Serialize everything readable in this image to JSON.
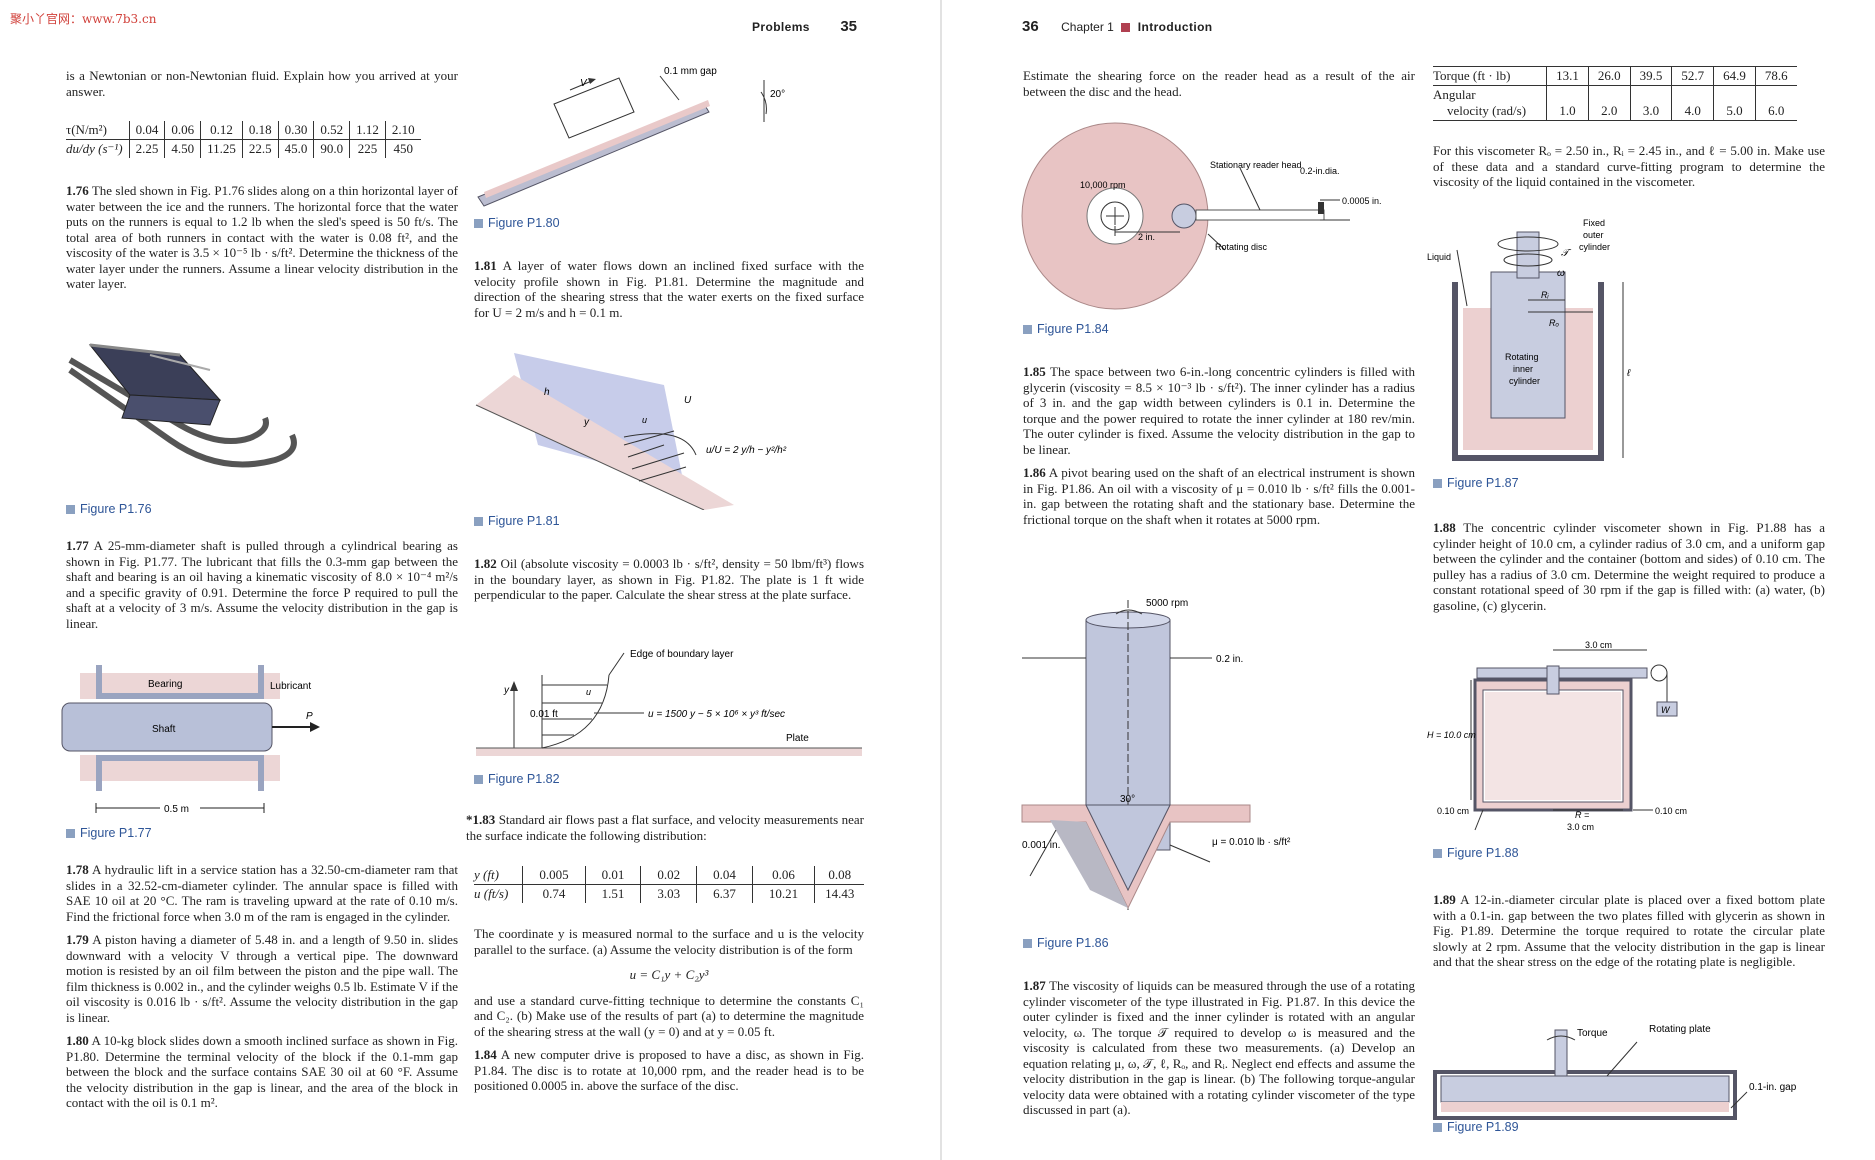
{
  "watermark": "聚小丫官网：www.7b3.cn",
  "left_header": {
    "title": "Problems",
    "page": "35"
  },
  "right_header": {
    "page": "36",
    "chapter": "Chapter 1",
    "title": "Introduction"
  },
  "p_intro": "is a Newtonian or non-Newtonian fluid. Explain how you arrived at your answer.",
  "table1": {
    "row1_label": "τ(N/m²)",
    "row1": [
      "0.04",
      "0.06",
      "0.12",
      "0.18",
      "0.30",
      "0.52",
      "1.12",
      "2.10"
    ],
    "row2_label": "du/dy (s⁻¹)",
    "row2": [
      "2.25",
      "4.50",
      "11.25",
      "22.5",
      "45.0",
      "90.0",
      "225",
      "450"
    ]
  },
  "p176": {
    "num": "1.76",
    "text": "The sled shown in Fig. P1.76 slides along on a thin horizontal layer of water between the ice and the runners. The horizontal force that the water puts on the runners is equal to 1.2 lb when the sled's speed is 50 ft/s. The total area of both runners in contact with the water is 0.08 ft², and the viscosity of the water is 3.5 × 10⁻⁵ lb · s/ft². Determine the thickness of the water layer under the runners. Assume a linear velocity distribution in the water layer."
  },
  "fig176": "Figure P1.76",
  "p177": {
    "num": "1.77",
    "text": "A 25-mm-diameter shaft is pulled through a cylindrical bearing as shown in Fig. P1.77. The lubricant that fills the 0.3-mm gap between the shaft and bearing is an oil having a kinematic viscosity of 8.0 × 10⁻⁴ m²/s and a specific gravity of 0.91. Determine the force P required to pull the shaft at a velocity of 3 m/s. Assume the velocity distribution in the gap is linear."
  },
  "fig177": {
    "caption": "Figure P1.77",
    "bearing": "Bearing",
    "lubricant": "Lubricant",
    "shaft": "Shaft",
    "p": "P",
    "length": "0.5 m"
  },
  "p178": {
    "num": "1.78",
    "text": "A hydraulic lift in a service station has a 32.50-cm-diameter ram that slides in a 32.52-cm-diameter cylinder. The annular space is filled with SAE 10 oil at 20 °C. The ram is traveling upward at the rate of 0.10 m/s. Find the frictional force when 3.0 m of the ram is engaged in the cylinder."
  },
  "p179": {
    "num": "1.79",
    "text": "A piston having a diameter of 5.48 in. and a length of 9.50 in. slides downward with a velocity V through a vertical pipe. The downward motion is resisted by an oil film between the piston and the pipe wall. The film thickness is 0.002 in., and the cylinder weighs 0.5 lb. Estimate V if the oil viscosity is 0.016 lb · s/ft². Assume the velocity distribution in the gap is linear."
  },
  "p180": {
    "num": "1.80",
    "text": "A 10-kg block slides down a smooth inclined surface as shown in Fig. P1.80. Determine the terminal velocity of the block if the 0.1-mm gap between the block and the surface contains SAE 30 oil at 60 °F. Assume the velocity distribution in the gap is linear, and the area of the block in contact with the oil is 0.1 m²."
  },
  "fig180": {
    "caption": "Figure P1.80",
    "gap": "0.1 mm gap",
    "v": "V",
    "angle": "20°"
  },
  "p181": {
    "num": "1.81",
    "text": "A layer of water flows down an inclined fixed surface with the velocity profile shown in Fig. P1.81. Determine the magnitude and direction of the shearing stress that the water exerts on the fixed surface for U = 2 m/s and h = 0.1 m."
  },
  "fig181": {
    "caption": "Figure P1.81",
    "h": "h",
    "y": "y",
    "u": "u",
    "U": "U",
    "eq": "u/U = 2 y/h − y²/h²"
  },
  "p182": {
    "num": "1.82",
    "text": "Oil (absolute viscosity = 0.0003 lb · s/ft², density = 50 lbm/ft³) flows in the boundary layer, as shown in Fig. P1.82. The plate is 1 ft wide perpendicular to the paper. Calculate the shear stress at the plate surface."
  },
  "fig182": {
    "caption": "Figure P1.82",
    "edge": "Edge of boundary layer",
    "y": "y",
    "u": "u",
    "thick": "0.01 ft",
    "eq": "u = 1500 y − 5 × 10⁶ × y³ ft/sec",
    "plate": "Plate"
  },
  "p183": {
    "num": "*1.83",
    "text": "Standard air flows past a flat surface, and velocity measurements near the surface indicate the following distribution:"
  },
  "table2": {
    "row1_label": "y (ft)",
    "row1": [
      "0.005",
      "0.01",
      "0.02",
      "0.04",
      "0.06",
      "0.08"
    ],
    "row2_label": "u (ft/s)",
    "row2": [
      "0.74",
      "1.51",
      "3.03",
      "6.37",
      "10.21",
      "14.43"
    ]
  },
  "p183b": "The coordinate y is measured normal to the surface and u is the velocity parallel to the surface. (a) Assume the velocity distribution is of the form",
  "eq183": "u = C₁y + C₂y³",
  "p183c": "and use a standard curve-fitting technique to determine the constants C₁ and C₂. (b) Make use of the results of part (a) to determine the magnitude of the shearing stress at the wall (y = 0) and at y = 0.05 ft.",
  "p184": {
    "num": "1.84",
    "text": "A new computer drive is proposed to have a disc, as shown in Fig. P1.84. The disc is to rotate at 10,000 rpm, and the reader head is to be positioned 0.0005 in. above the surface of the disc."
  },
  "p184b": "Estimate the shearing force on the reader head as a result of the air between the disc and the head.",
  "fig184": {
    "caption": "Figure P1.84",
    "rpm": "10,000 rpm",
    "head": "Stationary reader head",
    "dia": "0.2-in.dia.",
    "gap": "0.0005 in.",
    "disc": "Rotating disc",
    "r": "2 in."
  },
  "p185": {
    "num": "1.85",
    "text": "The space between two 6-in.-long concentric cylinders is filled with glycerin (viscosity = 8.5 × 10⁻³ lb · s/ft²). The inner cylinder has a radius of 3 in. and the gap width between cylinders is 0.1 in. Determine the torque and the power required to rotate the inner cylinder at 180 rev/min. The outer cylinder is fixed. Assume the velocity distribution in the gap to be linear."
  },
  "p186": {
    "num": "1.86",
    "text": "A pivot bearing used on the shaft of an electrical instrument is shown in Fig. P1.86. An oil with a viscosity of μ = 0.010 lb · s/ft² fills the 0.001-in. gap between the rotating shaft and the stationary base. Determine the frictional torque on the shaft when it rotates at 5000 rpm."
  },
  "fig186": {
    "caption": "Figure P1.86",
    "rpm": "5000 rpm",
    "d": "0.2 in.",
    "angle": "30°",
    "gap": "0.001 in.",
    "mu": "μ = 0.010 lb · s/ft²"
  },
  "p187": {
    "num": "1.87",
    "text": "The viscosity of liquids can be measured through the use of a rotating cylinder viscometer of the type illustrated in Fig. P1.87. In this device the outer cylinder is fixed and the inner cylinder is rotated with an angular velocity, ω. The torque 𝒯 required to develop ω is measured and the viscosity is calculated from these two measurements. (a) Develop an equation relating μ, ω, 𝒯, ℓ, Rₒ, and Rᵢ. Neglect end effects and assume the velocity distribution in the gap is linear. (b) The following torque-angular velocity data were obtained with a rotating cylinder viscometer of the type discussed in part (a)."
  },
  "table3": {
    "row1_label": "Torque (ft · lb)",
    "row1": [
      "13.1",
      "26.0",
      "39.5",
      "52.7",
      "64.9",
      "78.6"
    ],
    "row2_label_a": "Angular",
    "row2_label_b": "velocity (rad/s)",
    "row2": [
      "1.0",
      "2.0",
      "3.0",
      "4.0",
      "5.0",
      "6.0"
    ]
  },
  "p187b": "For this viscometer Rₒ = 2.50 in., Rᵢ = 2.45 in., and ℓ = 5.00 in. Make use of these data and a standard curve-fitting program to determine the viscosity of the liquid contained in the viscometer.",
  "fig187": {
    "caption": "Figure P1.87",
    "fixed": "Fixed",
    "outer": "outer",
    "cyl": "cylinder",
    "liquid": "Liquid",
    "T": "𝒯",
    "w": "ω",
    "ri": "Rᵢ",
    "ro": "Rₒ",
    "rot": "Rotating",
    "inner": "inner",
    "cyl2": "cylinder",
    "l": "ℓ"
  },
  "p188": {
    "num": "1.88",
    "text": "The concentric cylinder viscometer shown in Fig. P1.88 has a cylinder height of 10.0 cm, a cylinder radius of 3.0 cm, and a uniform gap between the cylinder and the container (bottom and sides) of 0.10 cm. The pulley has a radius of 3.0 cm. Determine the weight required to produce a constant rotational speed of 30 rpm if the gap is filled with: (a) water, (b) gasoline, (c) glycerin."
  },
  "fig188": {
    "caption": "Figure P1.88",
    "top": "3.0 cm",
    "h": "H = 10.0 cm",
    "w": "W",
    "gap1": "0.10 cm",
    "gap2": "0.10 cm",
    "r": "R =",
    "r2": "3.0 cm"
  },
  "p189": {
    "num": "1.89",
    "text": "A 12-in.-diameter circular plate is placed over a fixed bottom plate with a 0.1-in. gap between the two plates filled with glycerin as shown in Fig. P1.89. Determine the torque required to rotate the circular plate slowly at 2 rpm. Assume that the velocity distribution in the gap is linear and that the shear stress on the edge of the rotating plate is negligible."
  },
  "fig189": {
    "caption": "Figure P1.89",
    "torque": "Torque",
    "plate": "Rotating plate",
    "gap": "0.1-in. gap"
  }
}
